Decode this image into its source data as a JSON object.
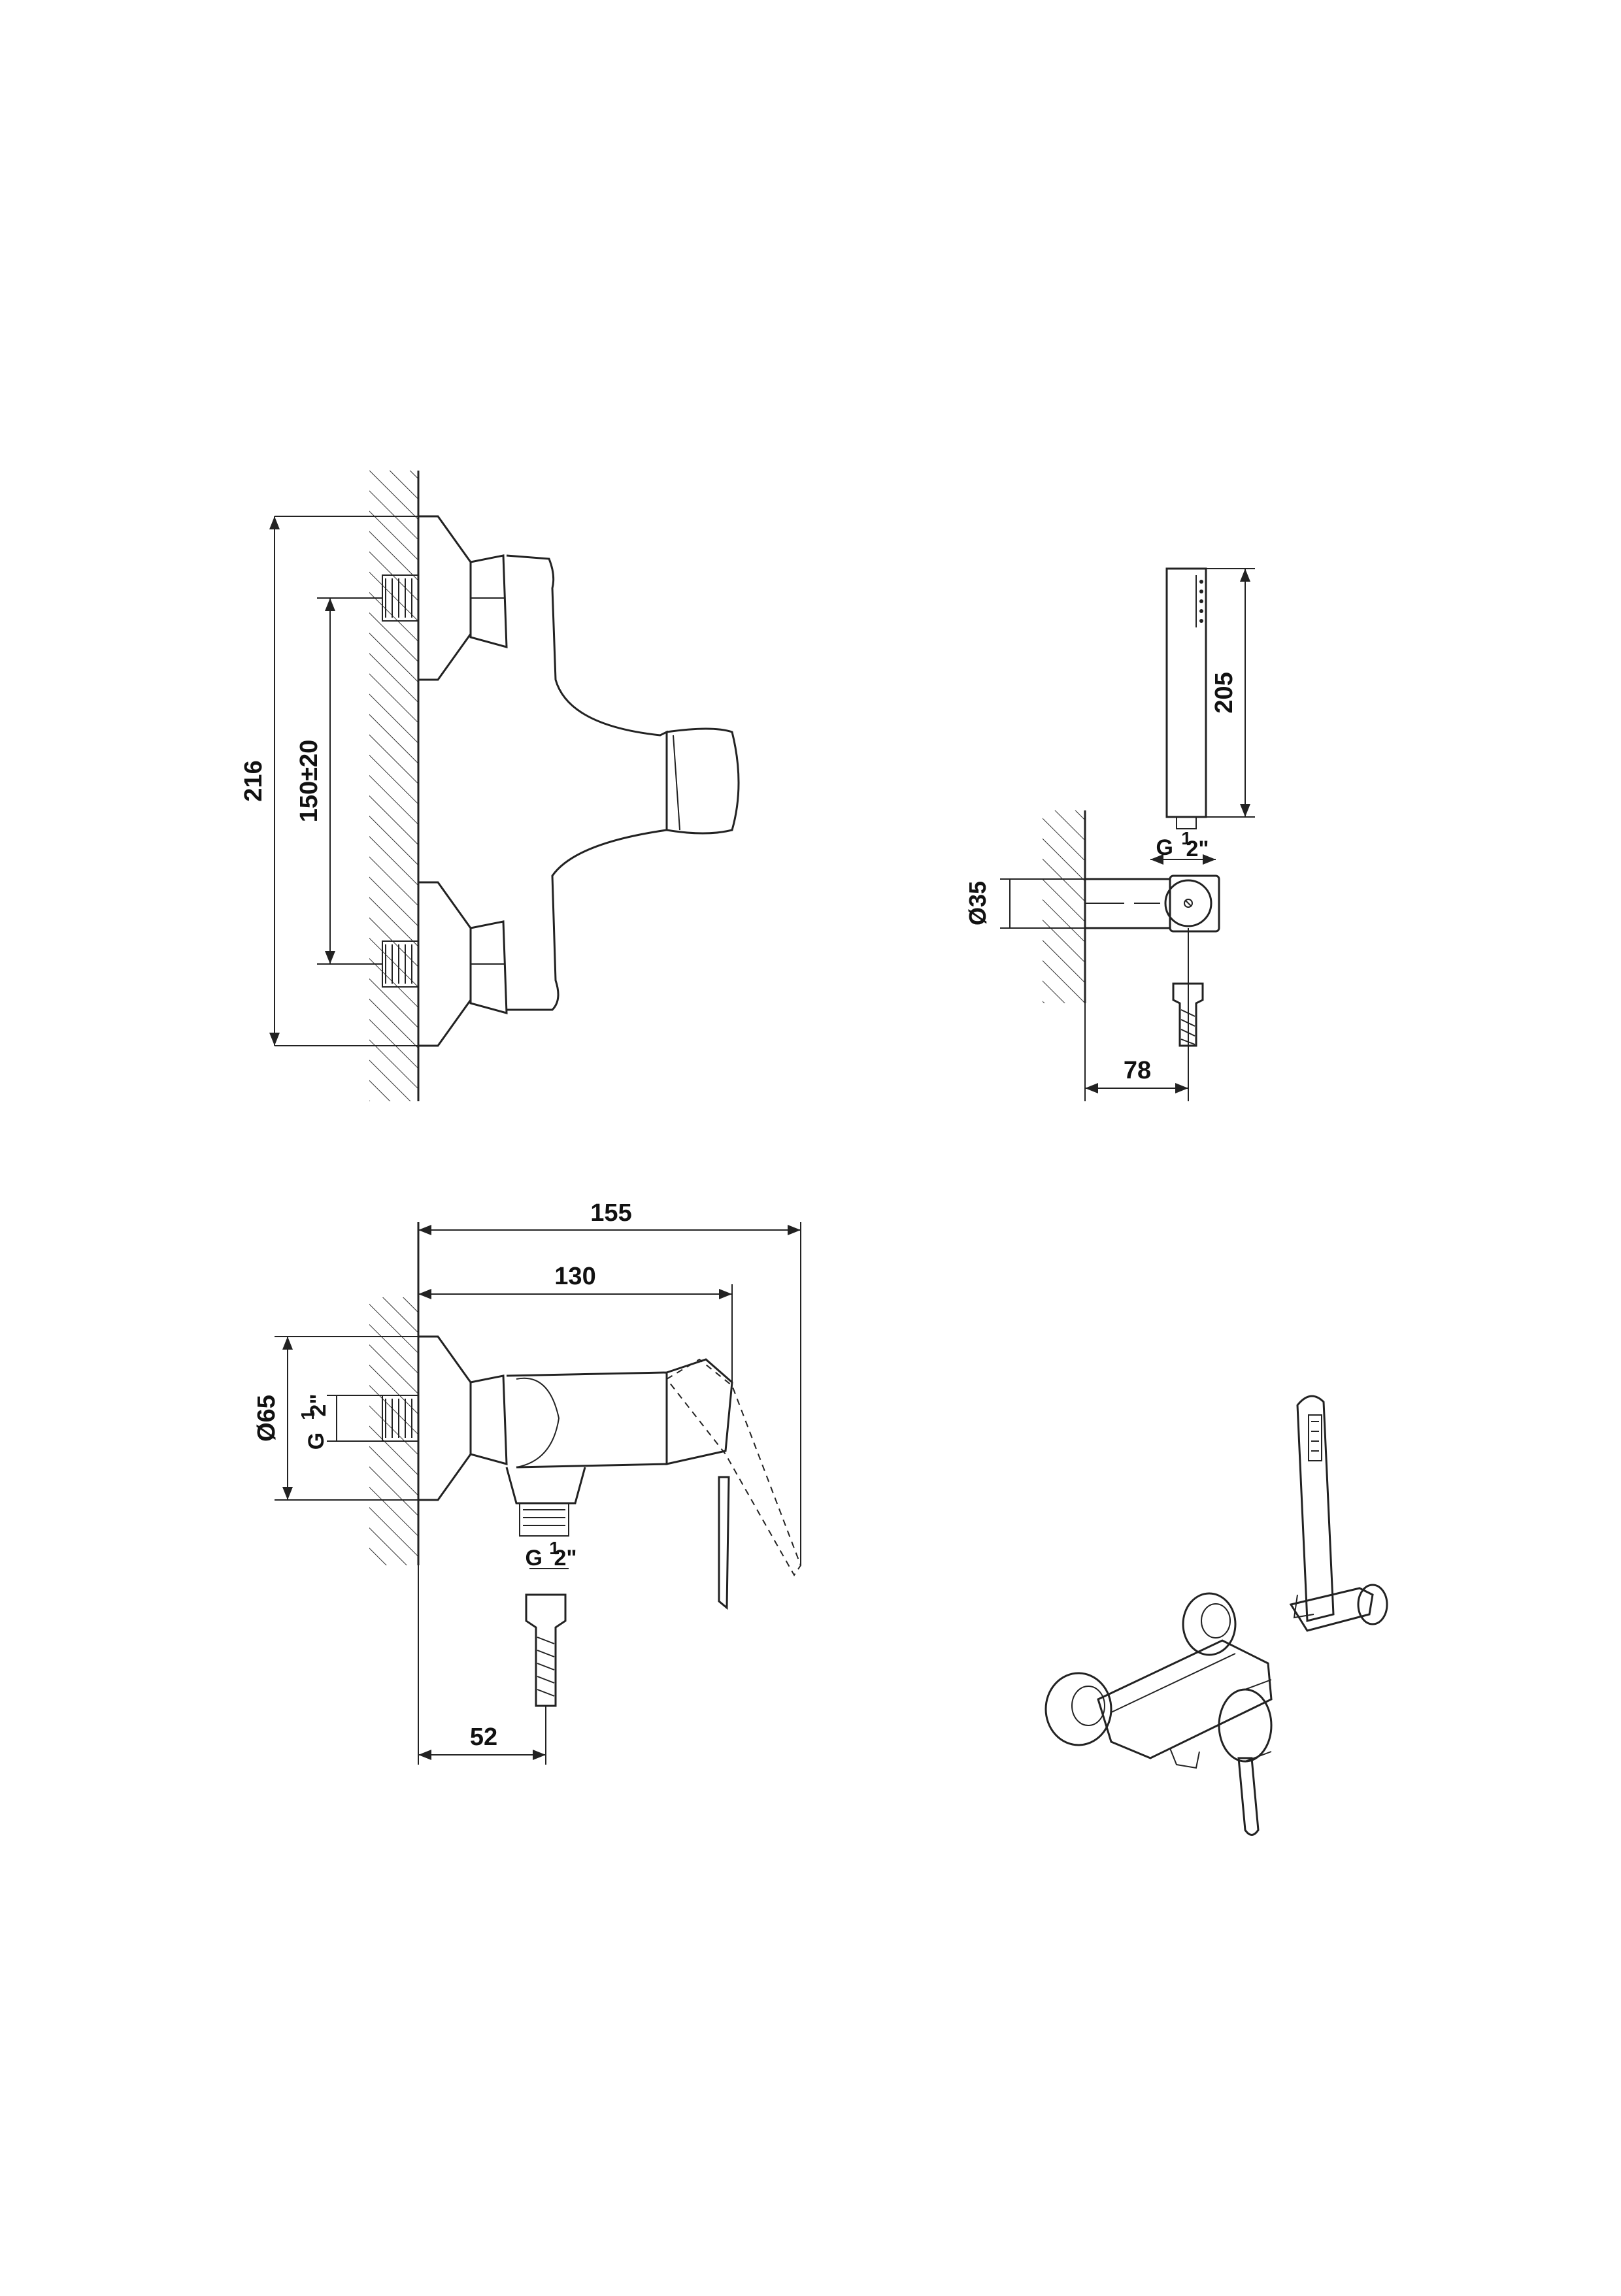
{
  "front_view": {
    "dim_height": "216",
    "dim_spacing": "150±20"
  },
  "hand_shower_view": {
    "dim_length": "205",
    "thread_label": "G",
    "thread_num": "1",
    "thread_den": "2\"",
    "dim_holder_dia": "Ø35",
    "dim_projection": "78"
  },
  "side_view": {
    "dim_overall": "155",
    "dim_body": "130",
    "dim_rosette": "Ø65",
    "inlet_thread_label": "G",
    "inlet_thread_num": "1",
    "inlet_thread_den": "2\"",
    "outlet_thread_label": "G",
    "outlet_thread_num": "1",
    "outlet_thread_den": "2\"",
    "dim_outlet": "52"
  },
  "colors": {
    "line": "#222222",
    "background": "#ffffff"
  }
}
